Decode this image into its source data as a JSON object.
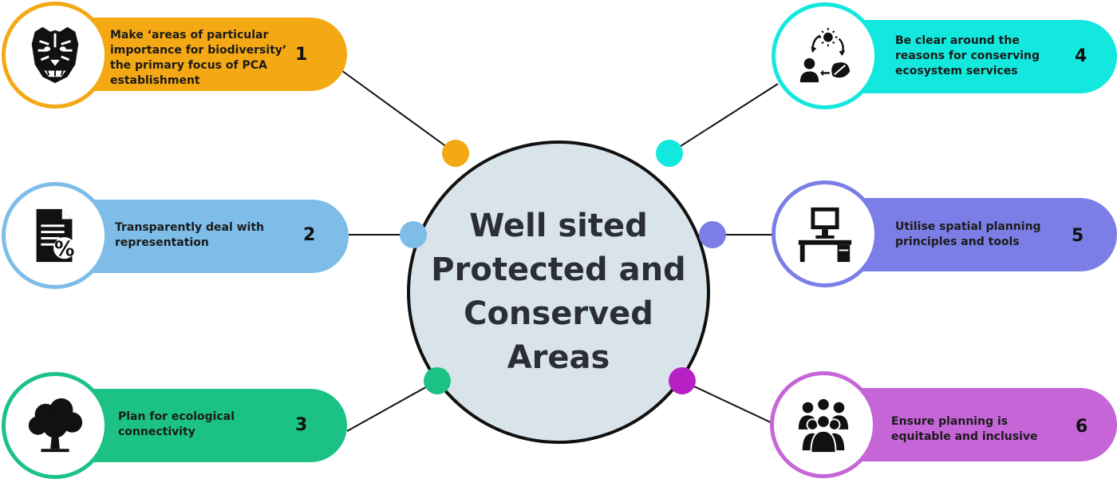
{
  "center": {
    "title": "Well sited\nProtected and\nConserved\nAreas"
  },
  "items": [
    {
      "number": "1",
      "text": "Make ‘areas of particular importance for biodiversity’ the primary focus of PCA establishment",
      "color": "#f4a814",
      "icon": "tiger-icon"
    },
    {
      "number": "2",
      "text": "Transparently deal with representation",
      "color": "#7dbde8",
      "icon": "document-percent-icon"
    },
    {
      "number": "3",
      "text": "Plan for ecological connectivity",
      "color": "#1cc285",
      "icon": "tree-icon"
    },
    {
      "number": "4",
      "text": "Be clear around the reasons for conserving ecosystem services",
      "color": "#12e8dd",
      "icon": "ecosystem-cycle-icon"
    },
    {
      "number": "5",
      "text": "Utilise spatial planning principles and tools",
      "color": "#7b7ee6",
      "icon": "computer-desk-icon"
    },
    {
      "number": "6",
      "text": "Ensure planning is equitable and inclusive",
      "color": "#c665d8",
      "icon": "people-group-icon"
    }
  ],
  "dot_colors": [
    "#f4a814",
    "#7dbde8",
    "#1cc285",
    "#12e8dd",
    "#7b7ee6",
    "#b721c4"
  ]
}
